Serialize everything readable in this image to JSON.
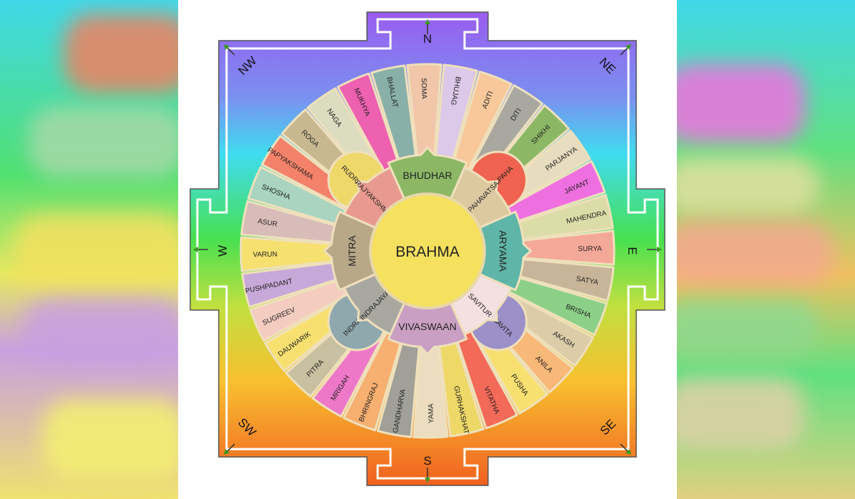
{
  "directions": {
    "n": "N",
    "s": "S",
    "e": "E",
    "w": "W",
    "ne": "NE",
    "nw": "NW",
    "se": "SE",
    "sw": "SW"
  },
  "center": {
    "label": "BRAHMA",
    "color": "#f5e15e"
  },
  "inner_ring": [
    {
      "label": "BHUDHAR",
      "color": "#8cb866"
    },
    {
      "label": "APAHAVATSA",
      "color": "#dcc9a0"
    },
    {
      "label": "ARYAMA",
      "color": "#5fb5a8"
    },
    {
      "label": "SAVITUR",
      "color": "#f4e0e0"
    },
    {
      "label": "VIVASWAAN",
      "color": "#c9a0c4"
    },
    {
      "label": "INDRAJAYA",
      "color": "#a8a8a0"
    },
    {
      "label": "MITRA",
      "color": "#b9a888"
    },
    {
      "label": "RAJYAKSHMA",
      "color": "#e89a90"
    }
  ],
  "corner_deities": [
    {
      "label": "APAHA",
      "color": "#ef6350"
    },
    {
      "label": "SAVITA",
      "color": "#9c90c8"
    },
    {
      "label": "INDRA",
      "color": "#8fa8ae"
    },
    {
      "label": "RUDRA",
      "color": "#efd86a"
    }
  ],
  "outer_ring": [
    {
      "label": "SOMA",
      "color": "#f2c6a8"
    },
    {
      "label": "BHUJAG",
      "color": "#dcc8e8"
    },
    {
      "label": "ADITI",
      "color": "#f8c89a"
    },
    {
      "label": "DITI",
      "color": "#a8a8a0"
    },
    {
      "label": "SHIKHI",
      "color": "#8cb866"
    },
    {
      "label": "PARJANYA",
      "color": "#e8dcc0"
    },
    {
      "label": "JAYANT",
      "color": "#ee70e0"
    },
    {
      "label": "MAHENDRA",
      "color": "#dcdca8"
    },
    {
      "label": "SURYA",
      "color": "#f4a898"
    },
    {
      "label": "SATYA",
      "color": "#c8b498"
    },
    {
      "label": "BRISHA",
      "color": "#8cd088"
    },
    {
      "label": "AKASH",
      "color": "#dccca8"
    },
    {
      "label": "ANILA",
      "color": "#f8b878"
    },
    {
      "label": "PUSHA",
      "color": "#f8e070"
    },
    {
      "label": "VITATHA",
      "color": "#f46a58"
    },
    {
      "label": "GURHAKSHAT",
      "color": "#eed868"
    },
    {
      "label": "YAMA",
      "color": "#ecdcc0"
    },
    {
      "label": "GANDHARVA",
      "color": "#a0a098"
    },
    {
      "label": "BHRINGRAJ",
      "color": "#f8b070"
    },
    {
      "label": "MRIGAH",
      "color": "#ee78c8"
    },
    {
      "label": "PITRA",
      "color": "#c8c0a0"
    },
    {
      "label": "DAUWARIK",
      "color": "#f8e070"
    },
    {
      "label": "SUGREEV",
      "color": "#f4ccc0"
    },
    {
      "label": "PUSHPADANT",
      "color": "#c8a8d8"
    },
    {
      "label": "VARUN",
      "color": "#f6e070"
    },
    {
      "label": "ASUR",
      "color": "#d8bcb8"
    },
    {
      "label": "SHOSHA",
      "color": "#a8d4c0"
    },
    {
      "label": "PAPYAKSHAMA",
      "color": "#f4826a"
    },
    {
      "label": "ROGA",
      "color": "#c8b890"
    },
    {
      "label": "NAGA",
      "color": "#dcdcc0"
    },
    {
      "label": "MUKHYA",
      "color": "#ee60b0"
    },
    {
      "label": "BHALLAT",
      "color": "#88b0a8"
    }
  ]
}
